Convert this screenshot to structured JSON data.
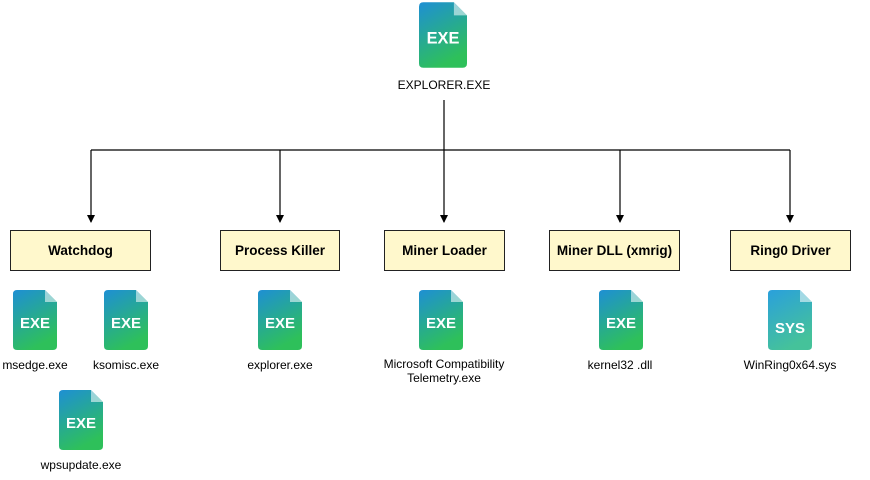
{
  "root": {
    "label": "EXPLORER.EXE",
    "icon": "exe-file-icon",
    "badge": "EXE"
  },
  "categories": [
    {
      "label": "Watchdog"
    },
    {
      "label": "Process Killer"
    },
    {
      "label": "Miner Loader"
    },
    {
      "label": "Miner DLL (xmrig)"
    },
    {
      "label": "Ring0 Driver"
    }
  ],
  "files": [
    {
      "label": "msedge.exe",
      "badge": "EXE",
      "icon": "exe-file-icon"
    },
    {
      "label": "ksomisc.exe",
      "badge": "EXE",
      "icon": "exe-file-icon"
    },
    {
      "label": "wpsupdate.exe",
      "badge": "EXE",
      "icon": "exe-file-icon"
    },
    {
      "label": "explorer.exe",
      "badge": "EXE",
      "icon": "exe-file-icon"
    },
    {
      "label": "Microsoft Compatibility Telemetry.exe",
      "badge": "EXE",
      "icon": "exe-file-icon"
    },
    {
      "label": "kernel32 .dll",
      "badge": "EXE",
      "icon": "exe-file-icon"
    },
    {
      "label": "WinRing0x64.sys",
      "badge": "SYS",
      "icon": "sys-file-icon"
    }
  ],
  "colors": {
    "box_fill": "#fff8cc",
    "icon_gradient_top": "#1e8fd4",
    "icon_gradient_bottom": "#2ec05a",
    "sys_gradient_top": "#2aa0dc",
    "sys_gradient_bottom": "#45c29a"
  }
}
